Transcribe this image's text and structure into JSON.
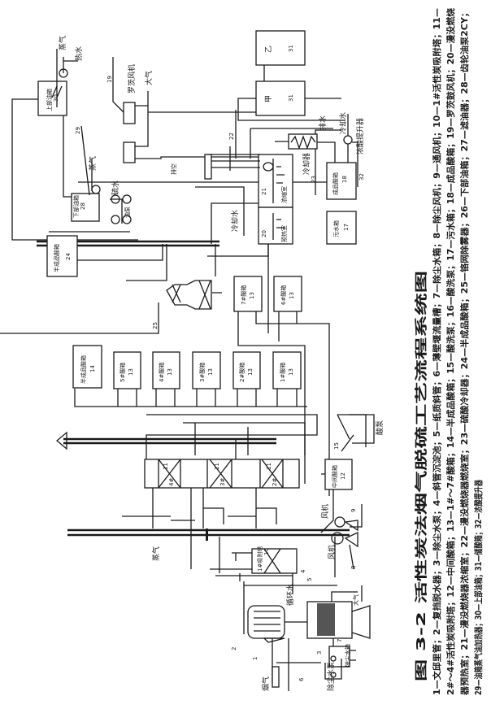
{
  "figure": {
    "title": "图 3-2   活性炭法烟气脱硫工艺流程系统图",
    "legend_lines": [
      "1—文邱里管；2—复挡脱水器；3—除尘水泵；4—斜管沉淀池；5—纸质斜管；6—薄壁堰流量槽；7—除尘水箱；8—除尘风机；9—通风机；10—1#活性炭吸附塔；11—",
      "2#～4#活性炭吸附塔；12—中间酸箱；13—1#～7#酸箱；14—半成品酸箱；15—酸洗泵；16—酸洗泵；17—污水箱；18—成品酸箱；19—罗茨鼓风机；20—漫没燃烧",
      "器预热室；21—漫没燃烧器浓缩室；22—漫没燃烧器燃烧室；23—硫酸冷却器；24—半成品酸箱；25—铬网除雾器；26—下部油箱；27—滤油器；28—齿轮油泵2CY；",
      "29—油箱蒸气油加热器；30—上部油箱；31—储酸箱；32—浓酸提升器"
    ]
  },
  "labels": {
    "steam_top": "蒸气",
    "hot_water": "热水",
    "upper_oil_tank": "上部油箱",
    "n30": "30",
    "n19": "19",
    "roots_blower": "罗茨风机",
    "atmosphere": "大气",
    "n29": "29",
    "steam_mid": "蒸气",
    "lower_oil_tank": "下部油箱",
    "n28": "28",
    "drain_water": "硫水",
    "oil_pump": "油泵",
    "vent": "排空",
    "n22": "22",
    "cooling_water_1": "冷却水",
    "cooling_water_2": "冷却水",
    "drain": "排水",
    "cooler": "冷却器",
    "n23": "23",
    "product_acid_tank": "成品酸箱",
    "n18": "18",
    "sewage_tank": "污水箱",
    "n17": "17",
    "acid_lifter": "浓酸提升器",
    "n32": "32",
    "tank_b": "乙",
    "tank_a": "甲",
    "n31a": "31",
    "n31b": "31",
    "concentration_room": "浓缩室",
    "n21": "21",
    "preheat_room": "预热室",
    "n20": "20",
    "semi_acid_tank_24": "半成品酸箱",
    "n24": "24",
    "n25": "25",
    "acid_7": "7#酸箱",
    "acid_6": "6#酸箱",
    "acid_5": "5#酸箱",
    "acid_4": "4#酸箱",
    "acid_3": "3#酸箱",
    "acid_2": "2#酸箱",
    "acid_1": "1#酸箱",
    "n13": "13",
    "semi_acid_tank_14": "半成品酸箱",
    "n14": "14",
    "mid_acid_tank": "中间酸箱",
    "n12": "12",
    "n15": "15",
    "acid_pump": "酸泵",
    "fan": "风机",
    "n9": "9",
    "n8": "8",
    "steam_low": "蒸气",
    "tower_1": "1#吸附塔",
    "n10": "10",
    "t4": "4#",
    "t3": "3#",
    "t2": "2#",
    "n11": "11",
    "circ_water": "循环水",
    "n4": "4",
    "n5": "5",
    "n2": "2",
    "n1": "1",
    "flue_gas": "烟气",
    "n3": "3",
    "dust_pump": "除尘水泵",
    "dust_tank": "除尘水箱",
    "n7": "7",
    "n6": "6",
    "atmosphere_low": "大气"
  }
}
